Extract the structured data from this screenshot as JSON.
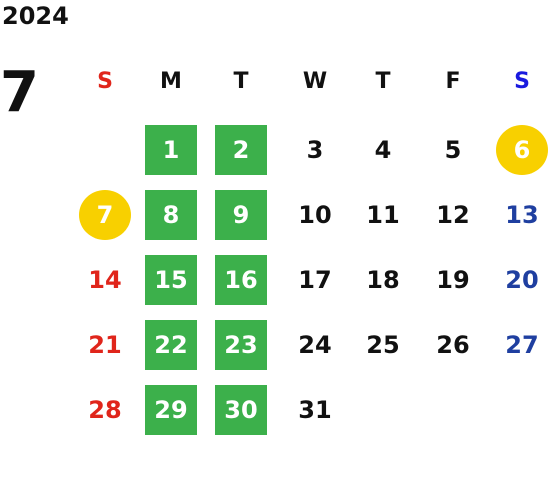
{
  "calendar": {
    "year": "2024",
    "month": "7",
    "weekdays": [
      "S",
      "M",
      "T",
      "W",
      "T",
      "F",
      "S"
    ],
    "weekday_colors": [
      "#e0251b",
      "#111111",
      "#111111",
      "#111111",
      "#111111",
      "#111111",
      "#1a1adf"
    ],
    "colors": {
      "sunday": "#e0251b",
      "saturday": "#1f3fa0",
      "weekday": "#111111",
      "highlight_green": "#3cb04b",
      "highlight_circle": "#f8d000",
      "on_highlight_text": "#ffffff"
    },
    "weeks": [
      [
        null,
        {
          "d": "1",
          "s": "green"
        },
        {
          "d": "2",
          "s": "green"
        },
        {
          "d": "3"
        },
        {
          "d": "4"
        },
        {
          "d": "5"
        },
        {
          "d": "6",
          "s": "circle"
        }
      ],
      [
        {
          "d": "7",
          "s": "circle"
        },
        {
          "d": "8",
          "s": "green"
        },
        {
          "d": "9",
          "s": "green"
        },
        {
          "d": "10"
        },
        {
          "d": "11"
        },
        {
          "d": "12"
        },
        {
          "d": "13"
        }
      ],
      [
        {
          "d": "14"
        },
        {
          "d": "15",
          "s": "green"
        },
        {
          "d": "16",
          "s": "green"
        },
        {
          "d": "17"
        },
        {
          "d": "18"
        },
        {
          "d": "19"
        },
        {
          "d": "20"
        }
      ],
      [
        {
          "d": "21"
        },
        {
          "d": "22",
          "s": "green"
        },
        {
          "d": "23",
          "s": "green"
        },
        {
          "d": "24"
        },
        {
          "d": "25"
        },
        {
          "d": "26"
        },
        {
          "d": "27"
        }
      ],
      [
        {
          "d": "28"
        },
        {
          "d": "29",
          "s": "green"
        },
        {
          "d": "30",
          "s": "green"
        },
        {
          "d": "31"
        },
        null,
        null,
        null
      ]
    ]
  }
}
